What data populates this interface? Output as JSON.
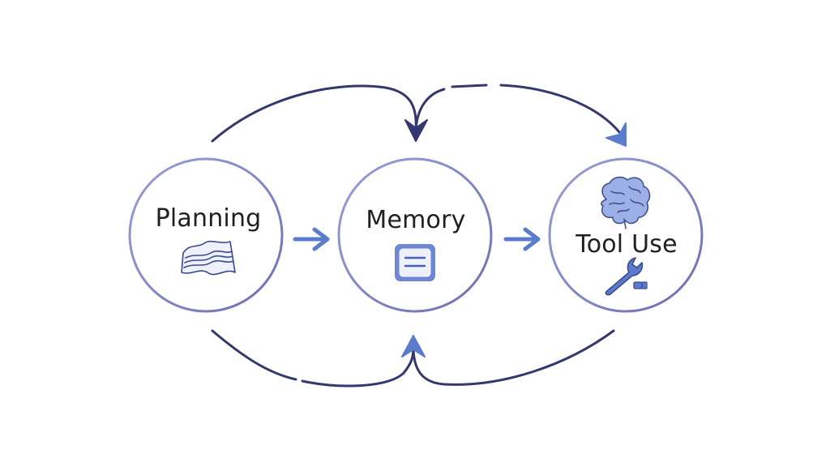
{
  "nodes": [
    {
      "id": "planning",
      "label": "Planning",
      "icon": "map-icon"
    },
    {
      "id": "memory",
      "label": "Memory",
      "icon": "memory-chip-icon"
    },
    {
      "id": "tool-use",
      "label": "Tool Use",
      "icons": [
        "brain-icon",
        "wrench-icon"
      ]
    }
  ],
  "colors": {
    "node_stroke": "#8a8cc4",
    "arc_stroke": "#34386f",
    "arrow_fill": "#5b7ccc",
    "icon_fill": "#6f86d4",
    "text": "#1f1f24"
  }
}
